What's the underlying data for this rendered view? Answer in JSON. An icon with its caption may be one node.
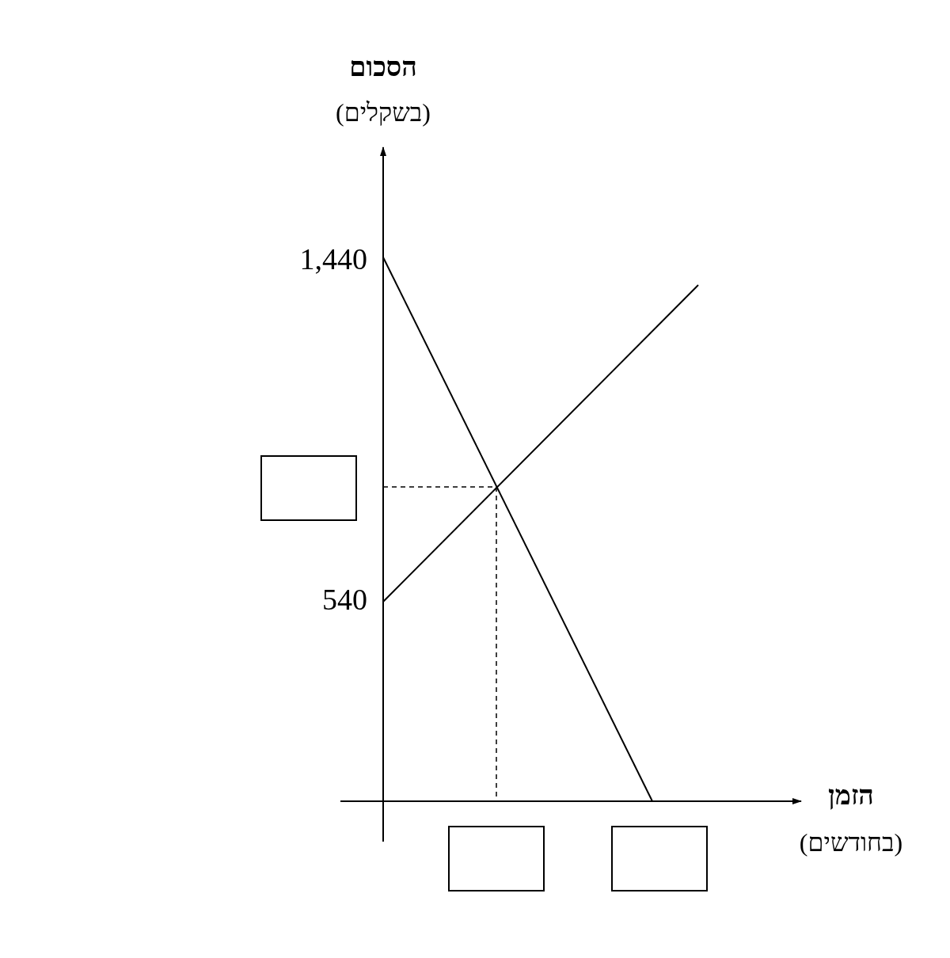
{
  "diagram": {
    "nodes": [
      {
        "text": [],
        "shape": "box"
      },
      {
        "text": [],
        "shape": "box"
      },
      {
        "text": [],
        "shape": "box"
      }
    ],
    "labels": [
      "הסכום",
      "(בשקלים)",
      "1,440",
      "540",
      "הזמן",
      "(בחודשים)"
    ]
  }
}
